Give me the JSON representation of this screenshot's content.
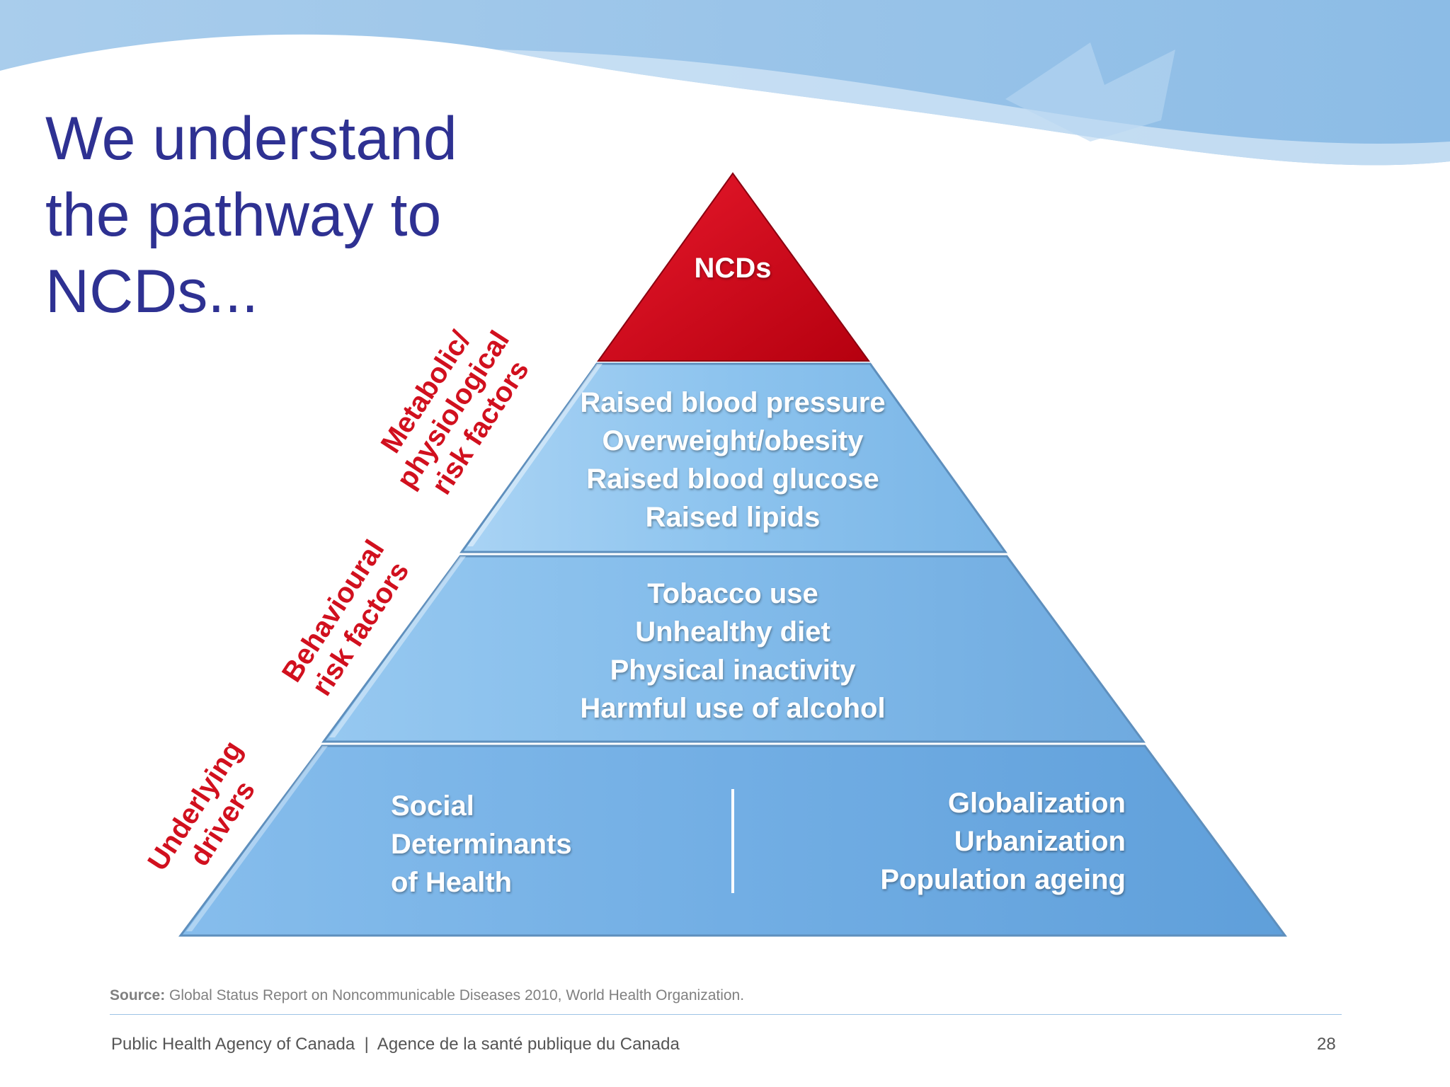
{
  "slide": {
    "title_lines": [
      "We understand",
      "the pathway to",
      "NCDs..."
    ],
    "pyramid": {
      "apex": "NCDs",
      "metabolic_items": [
        "Raised blood pressure",
        "Overweight/obesity",
        "Raised blood glucose",
        "Raised lipids"
      ],
      "behavioural_items": [
        "Tobacco use",
        "Unhealthy diet",
        "Physical inactivity",
        "Harmful use of alcohol"
      ],
      "base_left_items": [
        "Social",
        "Determinants",
        "of Health"
      ],
      "base_right_items": [
        "Globalization",
        "Urbanization",
        "Population ageing"
      ]
    },
    "side_labels": {
      "metabolic": [
        "Metabolic/",
        "physiological",
        "risk factors"
      ],
      "behavioural": [
        "Behavioural",
        "risk factors"
      ],
      "underlying": [
        "Underlying",
        "drivers"
      ]
    },
    "source": {
      "label": "Source:",
      "text": "Global Status Report on Noncommunicable Diseases 2010, World Health Organization."
    },
    "footer": {
      "agency": "Public Health Agency of Canada  |  Agence de la santé publique du Canada",
      "page_number": "28"
    }
  },
  "colors": {
    "title": "#2e3192",
    "apex_red": "#d0021b",
    "tier_blue": "#7fb8e8",
    "side_label_red": "#d1101e"
  }
}
